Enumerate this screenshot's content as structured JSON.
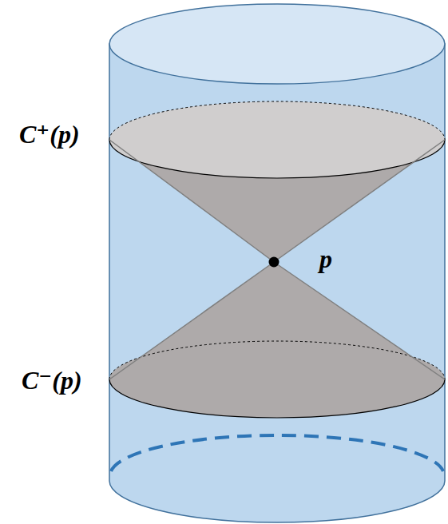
{
  "diagram": {
    "labels": [
      "C⁺(p)",
      "p",
      "C⁻(p)"
    ]
  }
}
